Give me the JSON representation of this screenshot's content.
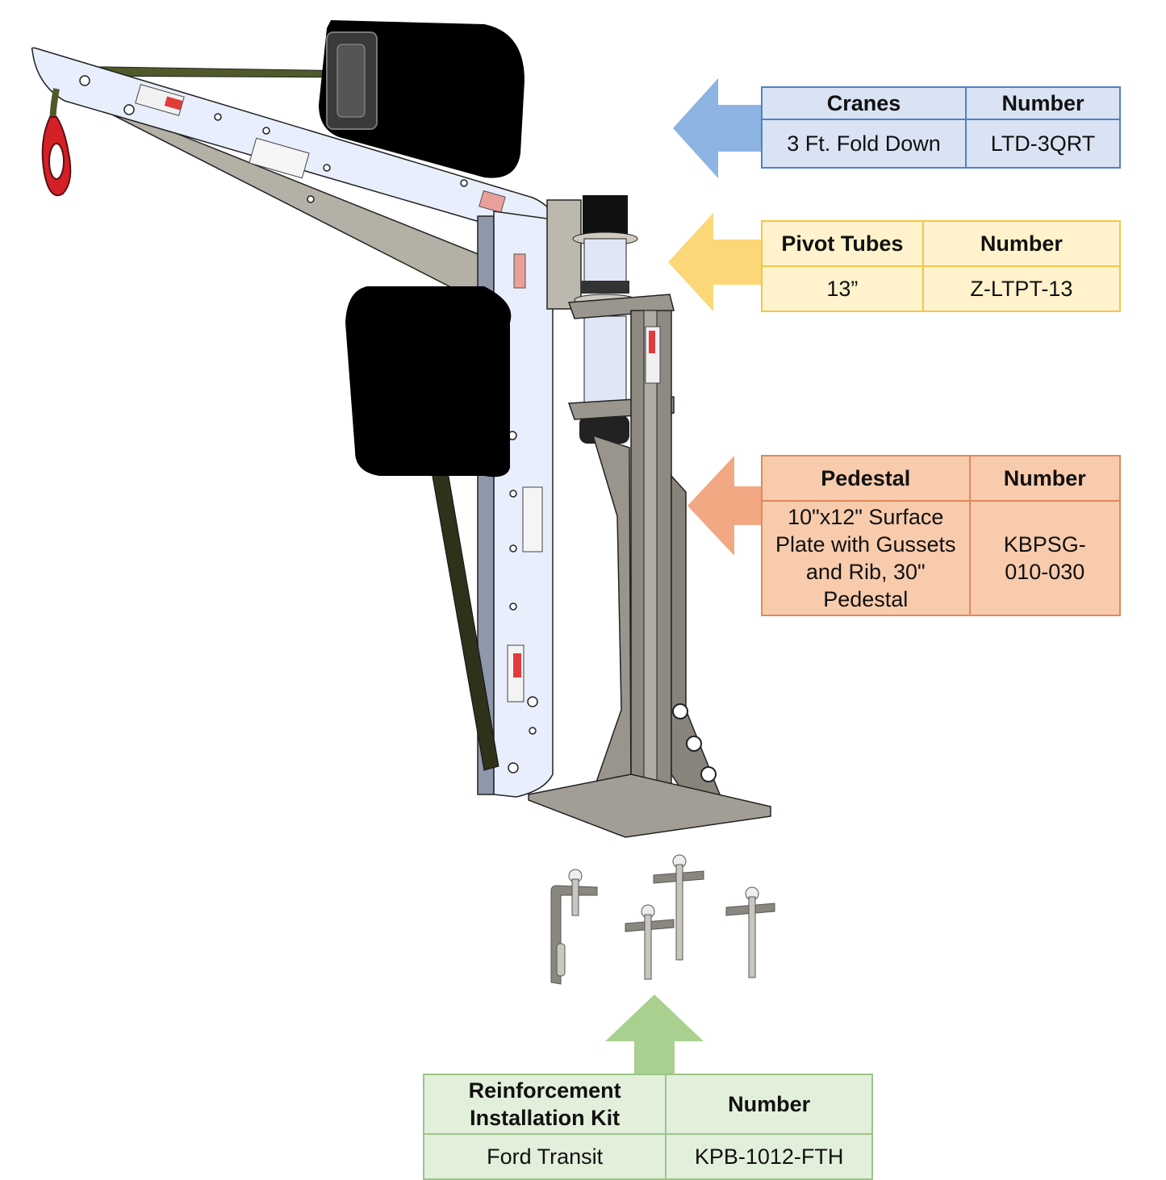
{
  "diagram": {
    "subject": "Fold-down van crane with pivot tubes, pedestal and reinforcement installation kit",
    "colors": {
      "cranes": {
        "fill": "#dae3f3",
        "border": "#4f81c7",
        "arrow": "#8db3e2"
      },
      "pivot": {
        "fill": "#fff2cc",
        "border": "#f3c64a",
        "arrow": "#fcd777"
      },
      "pedestal": {
        "fill": "#f8cbad",
        "border": "#e0895a",
        "arrow": "#f2a882"
      },
      "kit": {
        "fill": "#e2efda",
        "border": "#9bc48a",
        "arrow": "#a9d08e"
      },
      "hook": "#d42027",
      "boom": "#e8eefc",
      "steel": "#9a968e",
      "winch": "#000000"
    },
    "illustration_parts": [
      "crane-boom",
      "winch",
      "hook",
      "strap",
      "mast",
      "pivot-tubes",
      "pedestal",
      "surface-plate",
      "gussets",
      "reinforcement-bolts",
      "reinforcement-bracket"
    ]
  },
  "tables": {
    "cranes": {
      "headers": [
        "Cranes",
        "Number"
      ],
      "rows": [
        [
          "3 Ft. Fold Down",
          "LTD-3QRT"
        ]
      ],
      "arrow_direction": "left"
    },
    "pivot_tubes": {
      "headers": [
        "Pivot Tubes",
        "Number"
      ],
      "rows": [
        [
          "13”",
          "Z-LTPT-13"
        ]
      ],
      "arrow_direction": "left"
    },
    "pedestal": {
      "headers": [
        "Pedestal",
        "Number"
      ],
      "rows": [
        [
          "10\"x12\" Surface Plate with Gussets and Rib, 30\" Pedestal",
          "KBPSG-010-030"
        ]
      ],
      "arrow_direction": "left"
    },
    "reinforcement_kit": {
      "headers": [
        "Reinforcement Installation Kit",
        "Number"
      ],
      "rows": [
        [
          "Ford Transit",
          "KPB-1012-FTH"
        ]
      ],
      "arrow_direction": "up"
    }
  }
}
